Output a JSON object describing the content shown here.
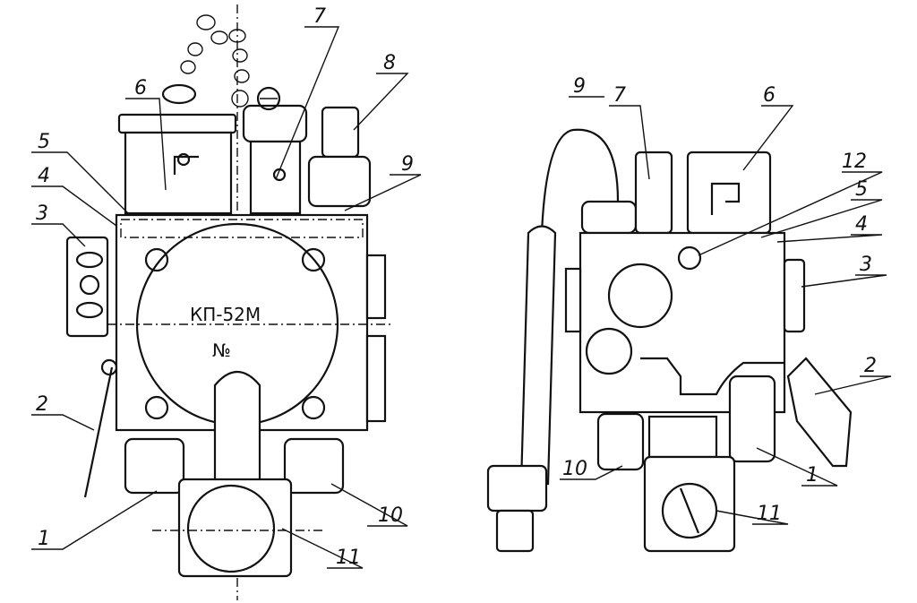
{
  "left_view": {
    "plate_model": "КП-52М",
    "plate_number": "№",
    "callouts": [
      "6",
      "5",
      "4",
      "3",
      "2",
      "1",
      "7",
      "8",
      "9",
      "10",
      "11"
    ]
  },
  "right_view": {
    "callouts": [
      "9",
      "7",
      "6",
      "12",
      "5",
      "4",
      "3",
      "2",
      "1",
      "10",
      "11"
    ]
  }
}
